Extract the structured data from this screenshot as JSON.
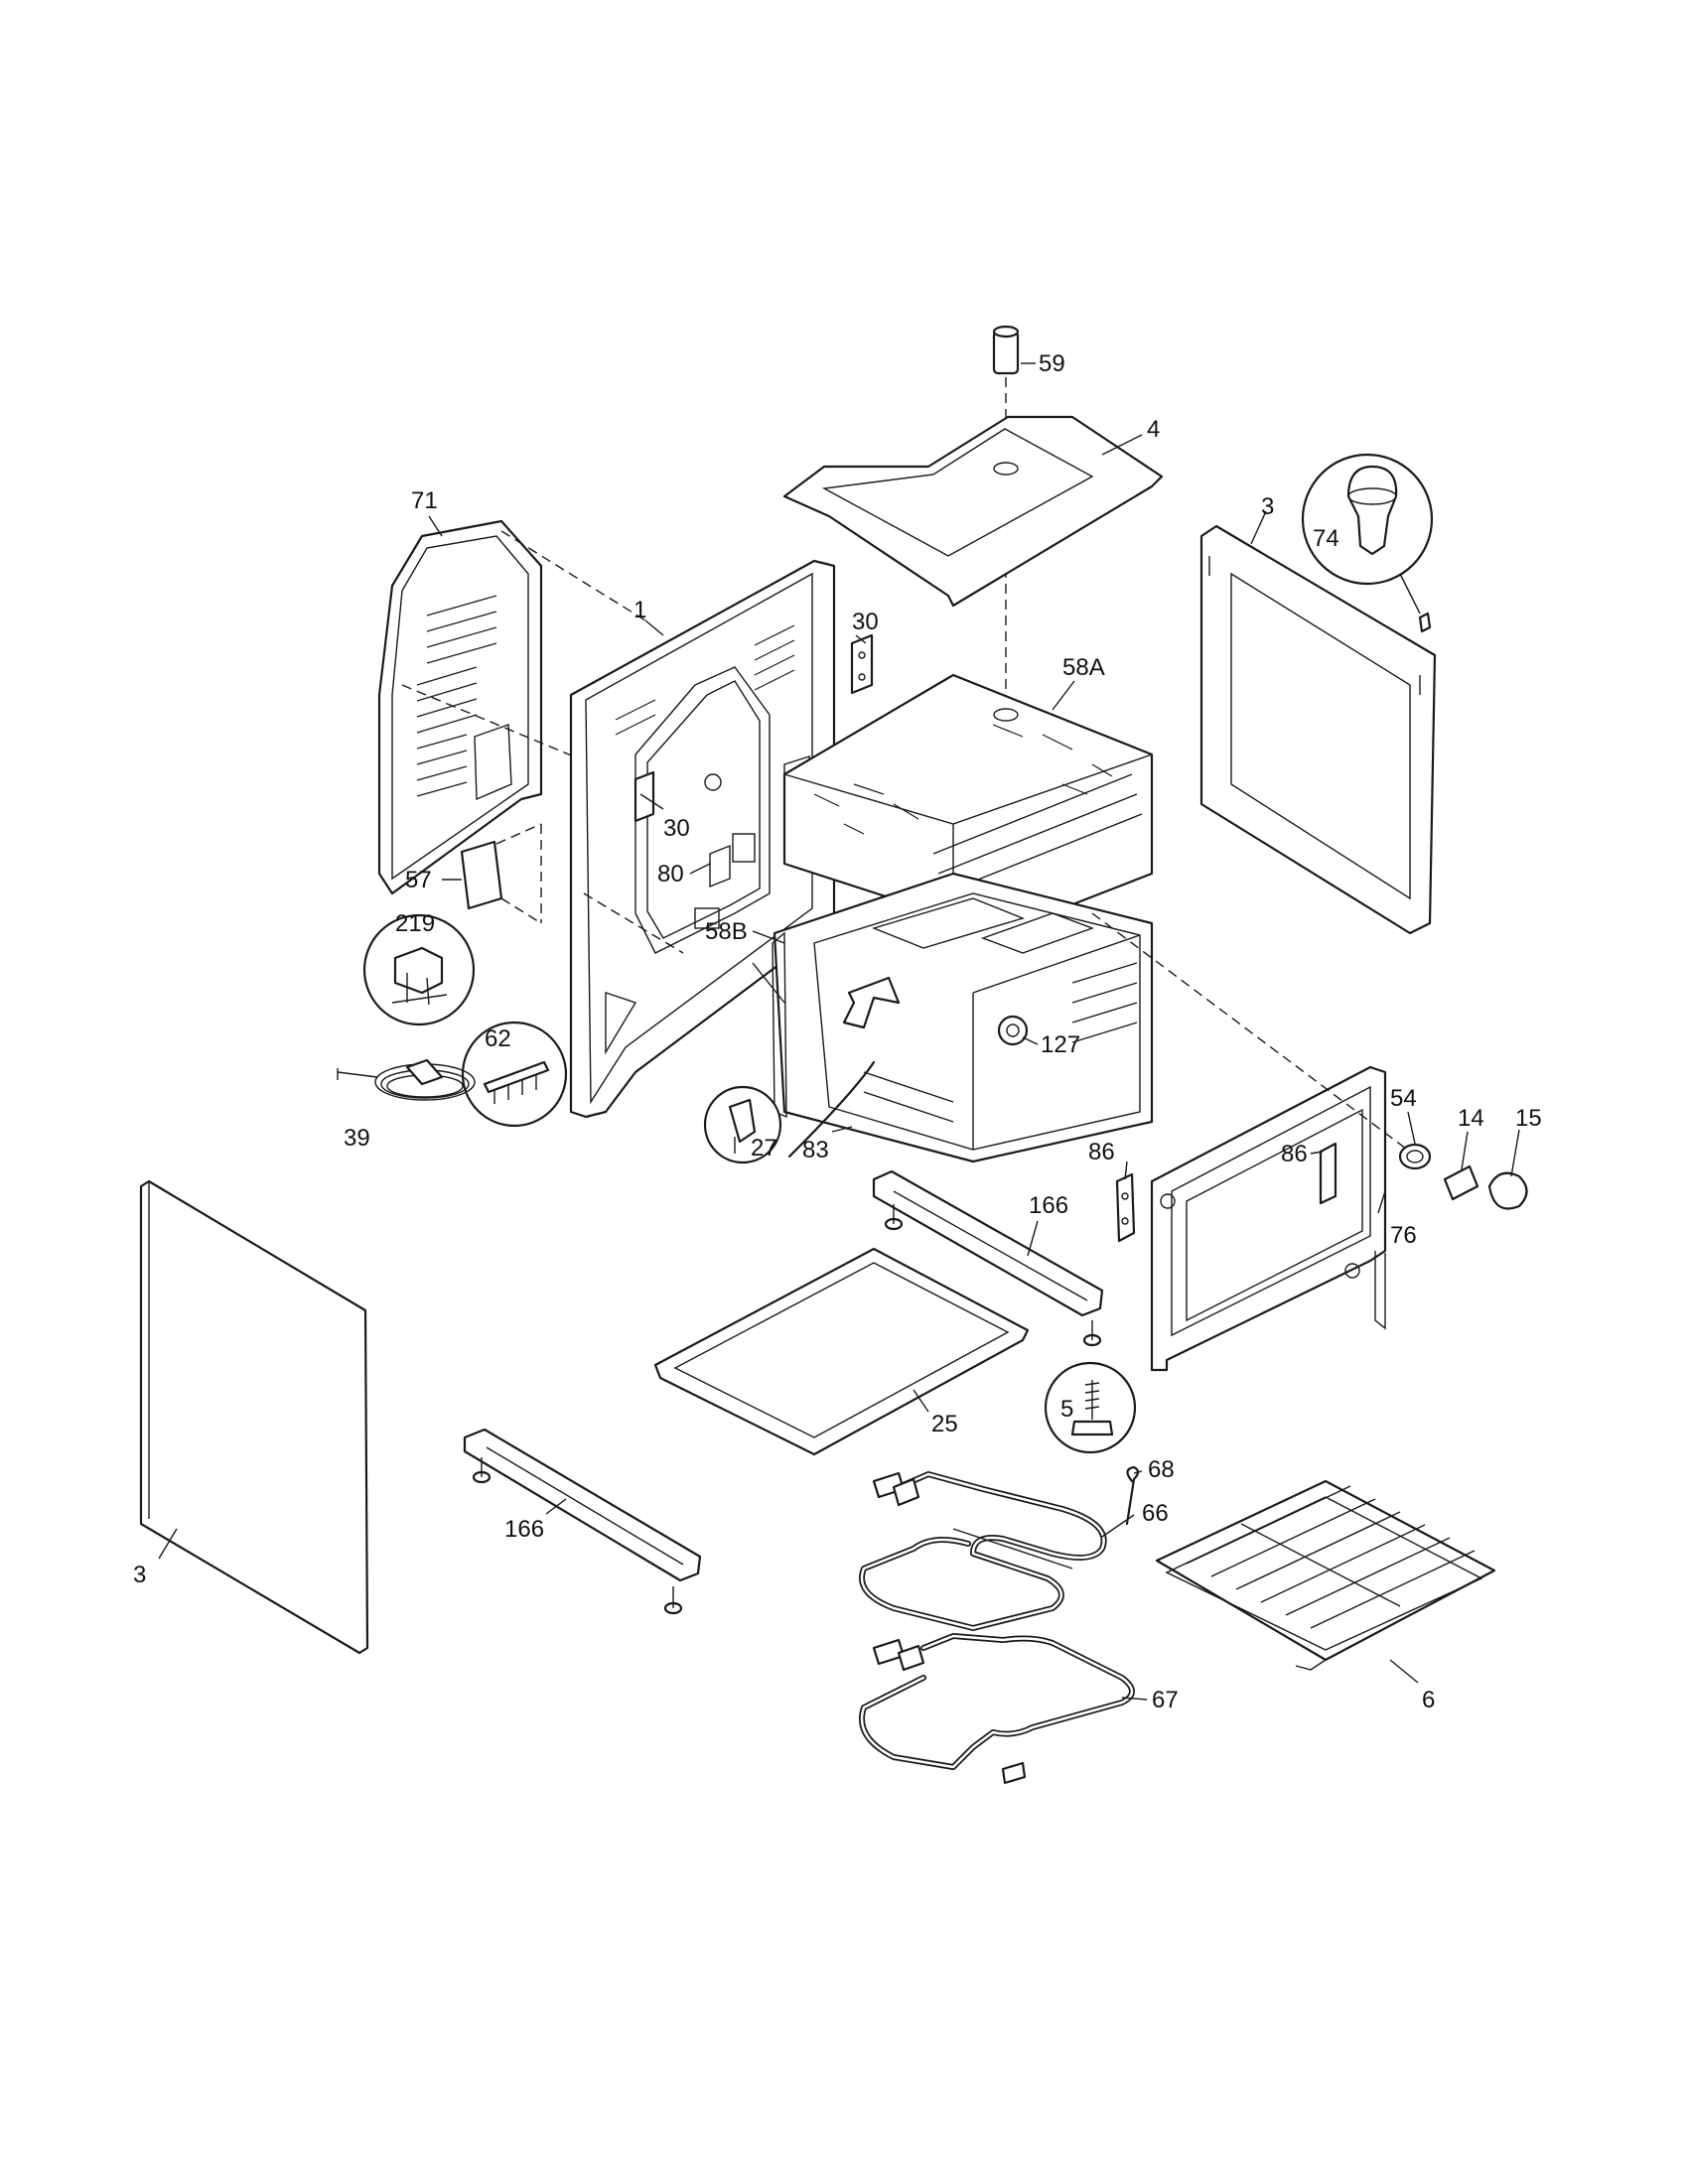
{
  "callouts": [
    {
      "id": "59",
      "text": "59"
    },
    {
      "id": "4",
      "text": "4"
    },
    {
      "id": "71",
      "text": "71"
    },
    {
      "id": "1",
      "text": "1"
    },
    {
      "id": "30a",
      "text": "30"
    },
    {
      "id": "3a",
      "text": "3"
    },
    {
      "id": "74",
      "text": "74"
    },
    {
      "id": "58A",
      "text": "58A"
    },
    {
      "id": "30b",
      "text": "30"
    },
    {
      "id": "80",
      "text": "80"
    },
    {
      "id": "57",
      "text": "57"
    },
    {
      "id": "219",
      "text": "219"
    },
    {
      "id": "58B",
      "text": "58B"
    },
    {
      "id": "62",
      "text": "62"
    },
    {
      "id": "127",
      "text": "127"
    },
    {
      "id": "54",
      "text": "54"
    },
    {
      "id": "14",
      "text": "14"
    },
    {
      "id": "15",
      "text": "15"
    },
    {
      "id": "39",
      "text": "39"
    },
    {
      "id": "27",
      "text": "27"
    },
    {
      "id": "83",
      "text": "83"
    },
    {
      "id": "86a",
      "text": "86"
    },
    {
      "id": "86b",
      "text": "86"
    },
    {
      "id": "166a",
      "text": "166"
    },
    {
      "id": "76",
      "text": "76"
    },
    {
      "id": "25",
      "text": "25"
    },
    {
      "id": "5",
      "text": "5"
    },
    {
      "id": "68",
      "text": "68"
    },
    {
      "id": "66",
      "text": "66"
    },
    {
      "id": "166b",
      "text": "166"
    },
    {
      "id": "3b",
      "text": "3"
    },
    {
      "id": "67",
      "text": "67"
    },
    {
      "id": "6",
      "text": "6"
    }
  ]
}
